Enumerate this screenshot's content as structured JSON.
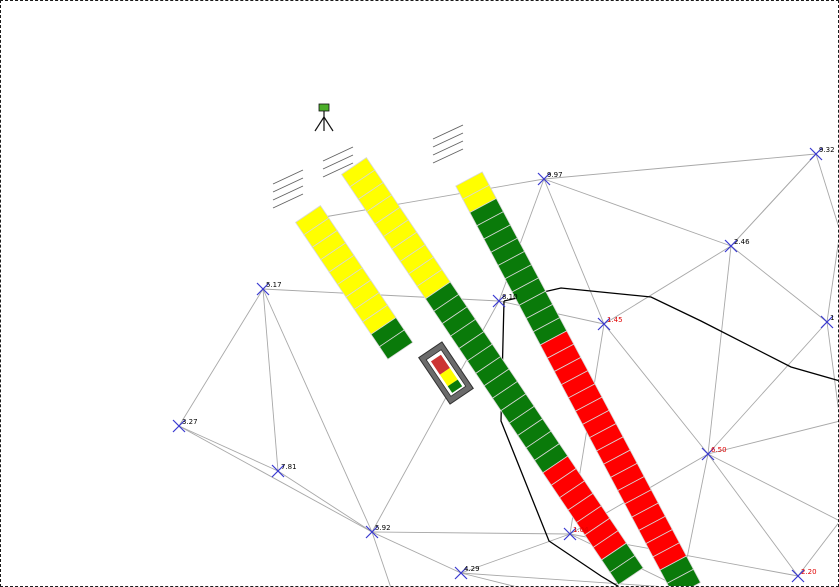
{
  "colors": {
    "triangulation": "#a8a8a8",
    "boundary": "#000000",
    "point_marker": "#3a3ad0",
    "label_default": "#000000",
    "label_alert": "#e00000",
    "strip_yellow": "#ffff00",
    "strip_green": "#0a7a0a",
    "strip_red": "#ff0000",
    "stripe_line": "#d8d8d8"
  },
  "icons": {
    "instrument": "total-station-tripod-icon",
    "point": "cross-marker-icon",
    "machine": "machine-vehicle-icon"
  },
  "points": [
    {
      "id": "p1",
      "label": "9.97",
      "alert": false
    },
    {
      "id": "p2",
      "label": "9.32",
      "alert": false
    },
    {
      "id": "p3",
      "label": "2.46",
      "alert": false
    },
    {
      "id": "p4",
      "label": "5.17",
      "alert": false
    },
    {
      "id": "p5",
      "label": "8.10",
      "alert": false
    },
    {
      "id": "p6",
      "label": "1.45",
      "alert": true
    },
    {
      "id": "p7",
      "label": "1",
      "alert": false
    },
    {
      "id": "p8",
      "label": "3.27",
      "alert": false
    },
    {
      "id": "p9",
      "label": "7.81",
      "alert": false
    },
    {
      "id": "p10",
      "label": "6.50",
      "alert": true
    },
    {
      "id": "p11",
      "label": "5.92",
      "alert": false
    },
    {
      "id": "p12",
      "label": "1.04",
      "alert": true
    },
    {
      "id": "p13",
      "label": "4.29",
      "alert": false
    },
    {
      "id": "p14",
      "label": "2.20",
      "alert": true
    }
  ]
}
